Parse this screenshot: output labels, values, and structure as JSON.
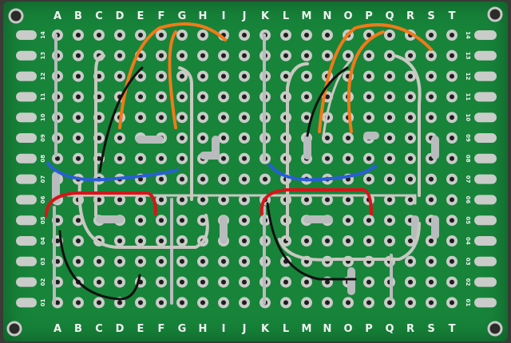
{
  "board": {
    "columns": [
      "A",
      "B",
      "C",
      "D",
      "E",
      "F",
      "G",
      "H",
      "I",
      "J",
      "K",
      "L",
      "M",
      "N",
      "O",
      "P",
      "Q",
      "R",
      "S",
      "T"
    ],
    "rows": [
      "14",
      "13",
      "12",
      "11",
      "10",
      "09",
      "08",
      "07",
      "06",
      "05",
      "04",
      "03",
      "02",
      "01"
    ],
    "colors": {
      "pcb": "#17843a",
      "pad": "#c9ccc8",
      "solder": "#b8bcbc",
      "wire_orange": "#f07a18",
      "wire_blue": "#2a5ed8",
      "wire_red": "#d8141a",
      "wire_black": "#111111",
      "wire_gray": "#c8c8c0"
    }
  }
}
